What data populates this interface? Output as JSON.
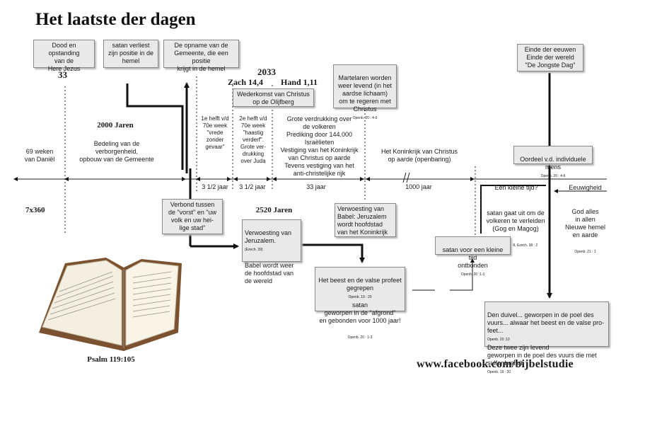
{
  "title": "Het laatste der dagen",
  "years": {
    "y33": "33",
    "y2033": "2033",
    "jaren2000": "2000 Jaren",
    "jaren2520": "2520 Jaren",
    "x7x360": "7x360"
  },
  "refs": {
    "zach": "Zach 14,4",
    "hand": "Hand 1,11"
  },
  "boxes": {
    "dood": "Dood en opstanding\nvan de\nHere Jezus",
    "satanVerliest": "satan verliest\nzijn positie in de\nhemel",
    "opname": "De opname van de\nGemeente, die een positie\nkrijgt in de hemel",
    "wederkomst": "Wederkomst van Christus\nop de Olijfberg",
    "martelaren": "Martelaren worden\nweer levend (in het\naardse lichaam)\nom te regeren met\nChristus",
    "martelarenRef": "Openb. 20 : 4-6",
    "eindeEeuwen": "Einde der eeuwen\nEinde der wereld\n\"De Jongste Dag\"",
    "oordeel": "Oordeel v.d. individuele\nmens",
    "oordeelRef": "Openb. 20 : 4-6",
    "verbond": "Verbond tussen\nde \"vorst\" en \"uw\nvolk en uw hei-\nlige stad\"",
    "verwoestingJer1": "Verwoesting van\nJeruzalem.",
    "verwoestingJerRef": "(Ezech. 39)",
    "verwoestingJer2": "Babel wordt weer\nde hoofdstad van\nde wereld",
    "verwoestingBabel": "Verwoesting van\nBabel: Jeruzalem\nwordt hoofdstad\nvan het Koninkrijk",
    "beest1": "Het beest en de valse profeet\ngegrepen",
    "beestRef1": "Openb. 19 : 20",
    "beest2": "satan\ngeworpen in de \"afgrond\"\nen gebonden voor 1000 jaar!",
    "beestRef2": "Openb. 20 : 1-3",
    "satanOntbonden": "satan voor een kleine tijd\nontbonden",
    "satanOntbondenRef": "Openb. 20 :1-3",
    "duivel": "Den duivel... geworpen in de poel des\nvuurs... alwaar het beest en de valse pro-\nfeet...",
    "duivelRef1": "Openb. 20 :10",
    "duivel2": "Deze twee zijn levend\ngeworpen in de poel des vuurs die met\nsulfer brandt",
    "duivelRef2": "Openb. 19 : 20"
  },
  "labels": {
    "weken69": "69 weken\nvan Daniël",
    "bedeling": "Bedeling van de\nverborgenheid,\nopbouw van de Gemeente",
    "helft1": "1e helft v/d\n70e week\n\"vrede\nzonder\ngevaar\"",
    "helft2": "2e helft v/d\n70e week\n\"haastig\nverderf\".\nGrote ver-\ndrukking\nover Juda",
    "groteVerdrukking": "Grote verdrukking over\nde volkeren\nPrediking door 144.000\nIsraëlieten\nVestiging van het Koninkrijk\nvan Christus op aarde\nTevens vestiging van het\nanti-christelijke rijk",
    "koninkrijk": "Het Koninkrijk van Christus\nop aarde (openbaring)",
    "jaar1": "3 1/2 jaar",
    "jaar2": "3 1/2 jaar",
    "jaar33": "33 jaar",
    "jaar1000": "1000 jaar",
    "kleineTijd": "Een kleine tijd?",
    "satanGaat": "satan gaat uit om de\nvolkeren te verleiden\n(Gog en Magog)",
    "satanGaatRef": "Openb. 20 : 8, Ezech. 38 : 2",
    "eeuwigheid": "Eeuwigheid",
    "godAlles": "God alles\nin allen\nNieuwe hemel\nen aarde",
    "godAllesRef": "Openb. 21 : 1",
    "psalm": "Psalm 119:105",
    "facebook": "www.facebook.com/bijbelstudie"
  },
  "icons": {
    "bible": "open-bible-image"
  }
}
